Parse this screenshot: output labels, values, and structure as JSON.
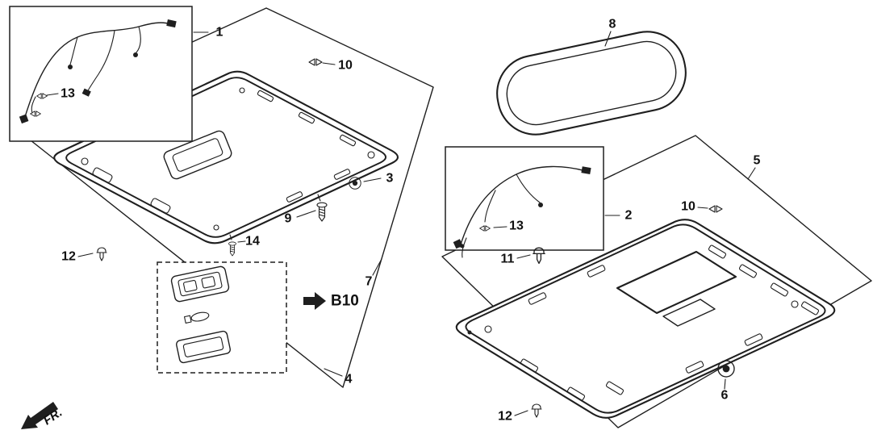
{
  "diagram": {
    "background_color": "#ffffff",
    "line_color": "#1f1f1f",
    "fr_label": "FR.",
    "ref_label": "B10",
    "callouts": {
      "n1": "1",
      "n2": "2",
      "n3": "3",
      "n4": "4",
      "n5": "5",
      "n6": "6",
      "n7": "7",
      "n8": "8",
      "n9": "9",
      "n10_left": "10",
      "n10_right": "10",
      "n11": "11",
      "n12_left": "12",
      "n12_right": "12",
      "n13_left": "13",
      "n13_right": "13",
      "n14": "14"
    }
  }
}
